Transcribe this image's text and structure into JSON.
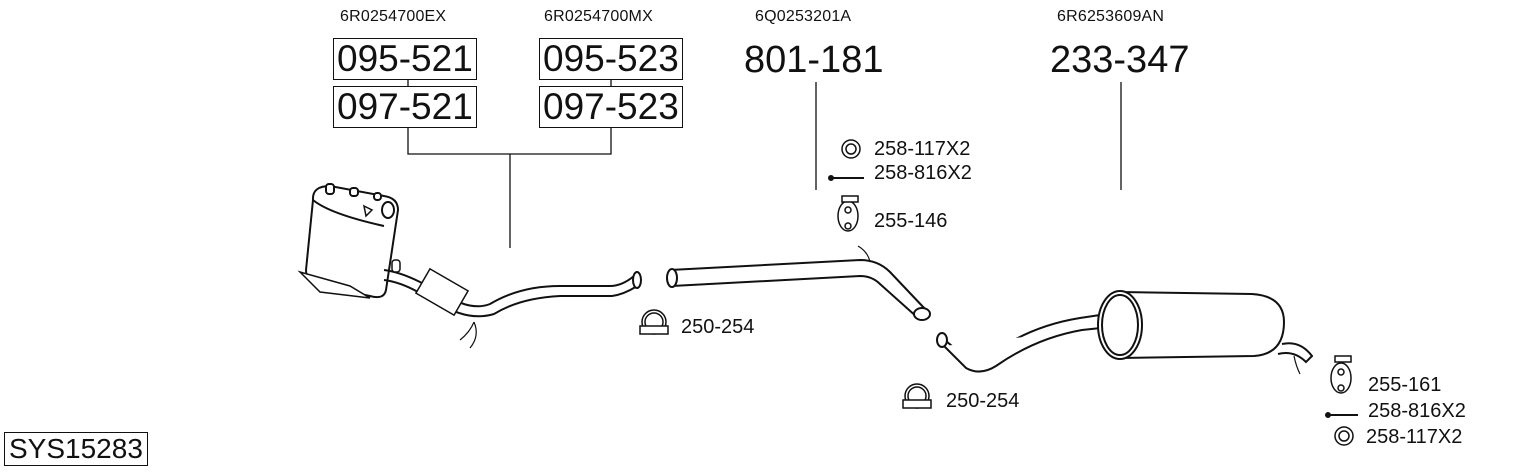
{
  "system_code": "SYS15283",
  "groups": [
    {
      "oe_number": "6R0254700EX",
      "parts": [
        "095-521",
        "097-521"
      ]
    },
    {
      "oe_number": "6R0254700MX",
      "parts": [
        "095-523",
        "097-523"
      ]
    }
  ],
  "middle_pipe": {
    "oe_number": "6Q0253201A",
    "part": "801-181"
  },
  "rear_silencer": {
    "oe_number": "6R6253609AN",
    "part": "233-347"
  },
  "accessories": {
    "mid_ring": "258-117X2",
    "mid_bolt": "258-816X2",
    "mid_hanger": "255-146",
    "clamp_front": "250-254",
    "clamp_rear": "250-254",
    "rear_hanger": "255-161",
    "rear_bolt": "258-816X2",
    "rear_ring": "258-117X2"
  },
  "icons": {
    "ring": "ring-gasket-icon",
    "bolt": "bolt-icon",
    "hanger": "rubber-hanger-icon",
    "clamp": "clamp-icon"
  }
}
